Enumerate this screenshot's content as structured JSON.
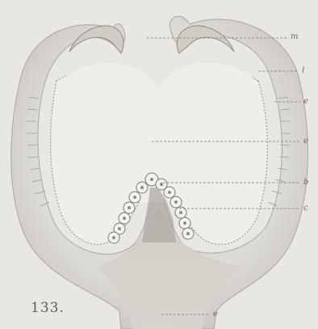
{
  "figure": {
    "number": "133.",
    "labels": {
      "m": "m",
      "l": "l",
      "e1": "e",
      "e2": "e",
      "b": "b",
      "c": "c",
      "e3": "e"
    }
  }
}
